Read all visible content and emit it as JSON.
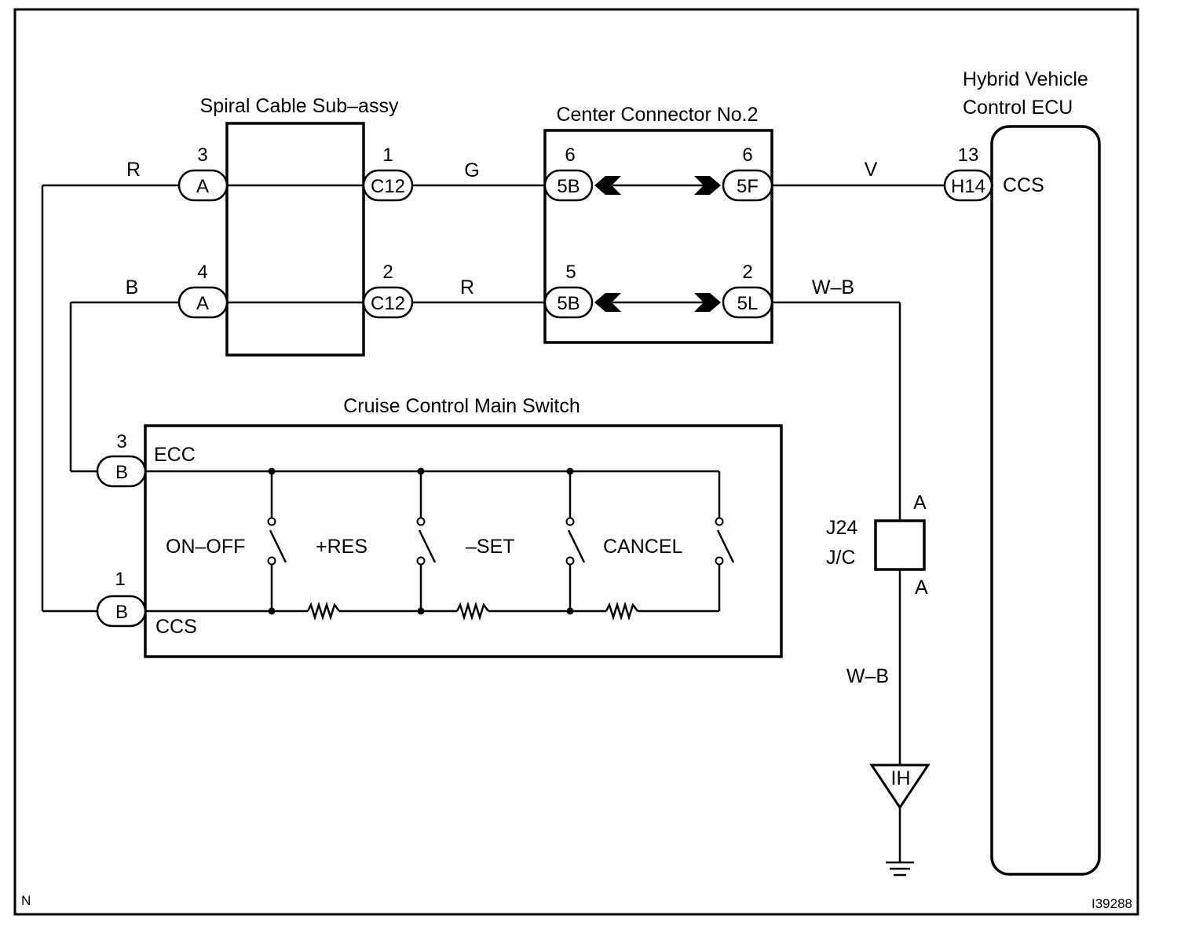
{
  "components": {
    "spiral_cable": "Spiral Cable Sub–assy",
    "center_connector": "Center Connector No.2",
    "ecu_line1": "Hybrid Vehicle",
    "ecu_line2": "Control ECU",
    "main_switch": "Cruise Control Main Switch",
    "jc_line1": "J24",
    "jc_line2": "J/C"
  },
  "connectors": {
    "a_top": "A",
    "a_top_pin": "3",
    "a_bot": "A",
    "a_bot_pin": "4",
    "c12_top": "C12",
    "c12_top_pin": "1",
    "c12_bot": "C12",
    "c12_bot_pin": "2",
    "b5_top": "5B",
    "b5_top_pin": "6",
    "b5_bot": "5B",
    "b5_bot_pin": "5",
    "f5": "5F",
    "f5_pin": "6",
    "l5": "5L",
    "l5_pin": "2",
    "h14": "H14",
    "h14_pin": "13",
    "b_top": "B",
    "b_top_pin": "3",
    "b_bot": "B",
    "b_bot_pin": "1",
    "jc_top": "A",
    "jc_bot": "A",
    "ground": "IH"
  },
  "wires": {
    "r_top": "R",
    "b_mid": "B",
    "g": "G",
    "r_mid": "R",
    "v": "V",
    "wb_top": "W–B",
    "wb_bot": "W–B"
  },
  "terminals": {
    "ecu_ccs": "CCS",
    "switch_ecc": "ECC",
    "switch_ccs": "CCS"
  },
  "switches": [
    "ON–OFF",
    "+RES",
    "–SET",
    "CANCEL"
  ],
  "corner": {
    "left": "N",
    "right": "I39288"
  }
}
